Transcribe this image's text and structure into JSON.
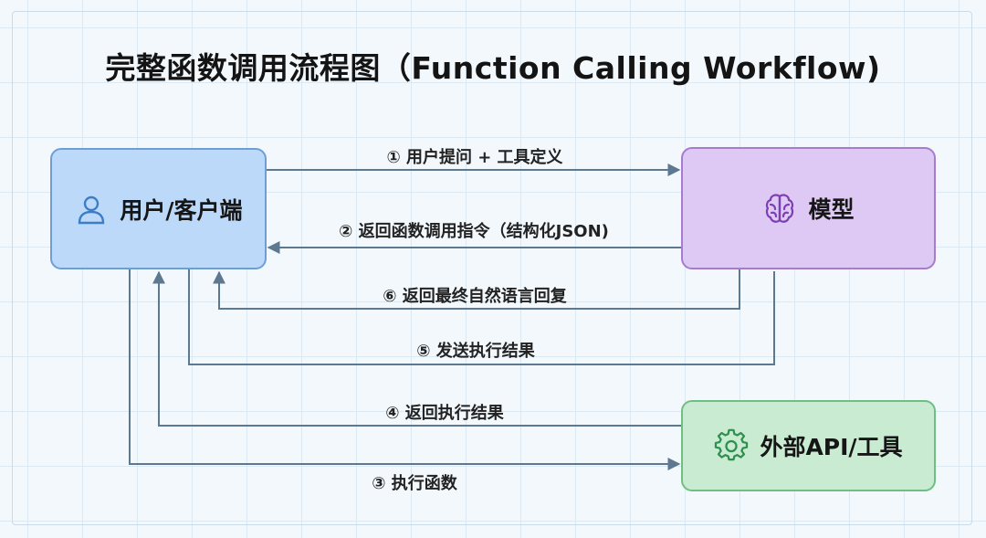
{
  "title": "完整函数调用流程图（Function Calling Workflow)",
  "nodes": {
    "user": {
      "label": "用户/客户端",
      "icon": "user-icon"
    },
    "model": {
      "label": "模型",
      "icon": "brain-icon"
    },
    "tool": {
      "label": "外部API/工具",
      "icon": "gear-icon"
    }
  },
  "edges": [
    {
      "step": "①",
      "label": "① 用户提问 + 工具定义",
      "from": "用户/客户端",
      "to": "模型"
    },
    {
      "step": "②",
      "label": "② 返回函数调用指令（结构化JSON)",
      "from": "模型",
      "to": "用户/客户端"
    },
    {
      "step": "③",
      "label": "③ 执行函数",
      "from": "用户/客户端",
      "to": "外部API/工具"
    },
    {
      "step": "④",
      "label": "④ 返回执行结果",
      "from": "外部API/工具",
      "to": "用户/客户端"
    },
    {
      "step": "⑤",
      "label": "⑤ 发送执行结果",
      "from": "用户/客户端",
      "to": "模型"
    },
    {
      "step": "⑥",
      "label": "⑥ 返回最终自然语言回复",
      "from": "模型",
      "to": "用户/客户端"
    }
  ],
  "colors": {
    "user_fill": "#bcd9fa",
    "user_border": "#6e9ed4",
    "model_fill": "#ddc9f3",
    "model_border": "#a57dcc",
    "tool_fill": "#c9ebd1",
    "tool_border": "#6fbf85",
    "arrow": "#5d7891"
  }
}
